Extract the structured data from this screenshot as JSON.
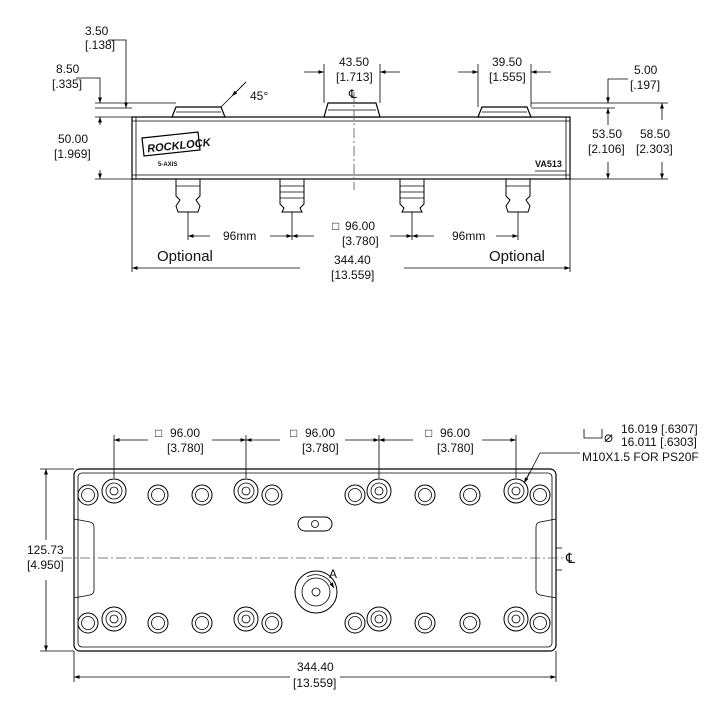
{
  "side_view": {
    "dim_3_50": {
      "mm": "3.50",
      "in": "[.138]"
    },
    "dim_8_50": {
      "mm": "8.50",
      "in": "[.335]"
    },
    "dim_43_50": {
      "mm": "43.50",
      "in": "[1.713]"
    },
    "dim_39_50": {
      "mm": "39.50",
      "in": "[1.555]"
    },
    "dim_5_00": {
      "mm": "5.00",
      "in": "[.197]"
    },
    "dim_50_00": {
      "mm": "50.00",
      "in": "[1.969]"
    },
    "dim_53_50": {
      "mm": "53.50",
      "in": "[2.106]"
    },
    "dim_58_50": {
      "mm": "58.50",
      "in": "[2.303]"
    },
    "angle": "45°",
    "centerline_mark": "℄",
    "spacing_left": "96mm",
    "spacing_right": "96mm",
    "spacing_center": {
      "symbol": "□",
      "mm": "96.00",
      "in": "[3.780]"
    },
    "optional_left": "Optional",
    "optional_right": "Optional",
    "overall_length": {
      "mm": "344.40",
      "in": "[13.559]"
    },
    "logo_text": "ROCKLOCK",
    "sub_logo_text": "5-AXIS",
    "part_number": "VA513"
  },
  "top_view": {
    "spacing": [
      {
        "symbol": "□",
        "mm": "96.00",
        "in": "[3.780]"
      },
      {
        "symbol": "□",
        "mm": "96.00",
        "in": "[3.780]"
      },
      {
        "symbol": "□",
        "mm": "96.00",
        "in": "[3.780]"
      }
    ],
    "bore_callout": {
      "diameter_symbol": "⌀",
      "upper": "16.019 [.6307]",
      "lower": "16.011 [.6303]",
      "thread": "M10X1.5 FOR PS20F"
    },
    "width": {
      "mm": "125.73",
      "in": "[4.950]"
    },
    "centerline_mark": "℄",
    "section_mark": "A",
    "overall_length": {
      "mm": "344.40",
      "in": "[13.559]"
    }
  }
}
